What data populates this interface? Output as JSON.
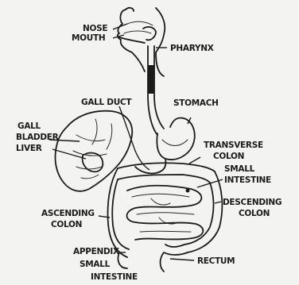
{
  "labels": {
    "nose": "NOSE",
    "mouth": "MOUTH",
    "pharynx": "PHARYNX",
    "gall_duct": "GALL DUCT",
    "stomach": "STOMACH",
    "gall_bladder_1": "GALL",
    "gall_bladder_2": "BLADDER",
    "liver": "LIVER",
    "transverse_colon_1": "TRANSVERSE",
    "transverse_colon_2": "COLON",
    "small_intestine_right_1": "SMALL",
    "small_intestine_right_2": "INTESTINE",
    "descending_colon_1": "DESCENDING",
    "descending_colon_2": "COLON",
    "ascending_colon_1": "ASCENDING",
    "ascending_colon_2": "COLON",
    "appendix": "APPENDIX",
    "small_intestine_bottom_1": "SMALL",
    "small_intestine_bottom_2": "INTESTINE",
    "rectum": "RECTUM"
  }
}
